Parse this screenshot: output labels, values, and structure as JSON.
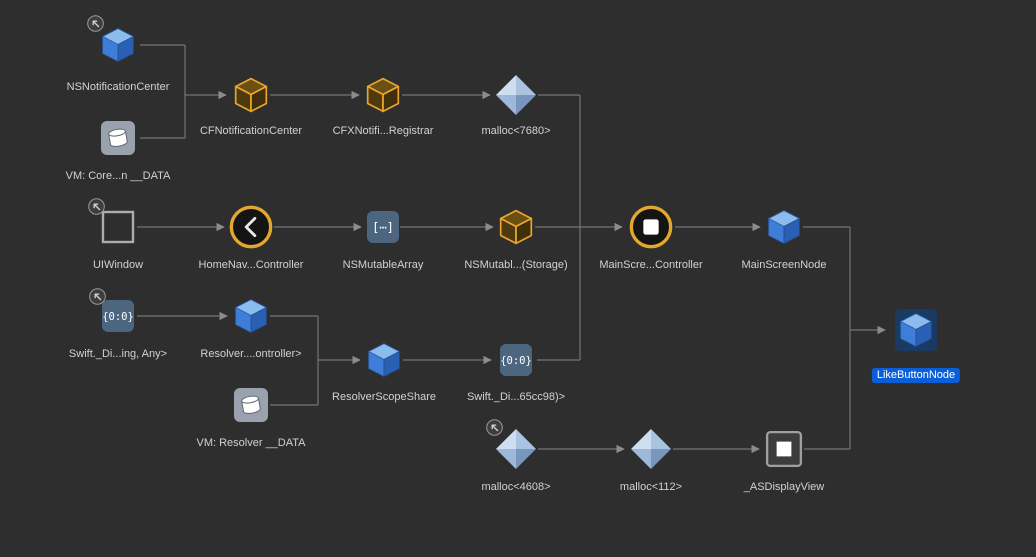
{
  "window": {
    "background": "#2e2e2e"
  },
  "colors": {
    "edge": "#747474",
    "selection_blue": "#0a5ed8",
    "cube_blue": "#3e7ed8",
    "cube_orange": "#eca42c"
  },
  "icons": {
    "array_glyph": "[⋯]",
    "dict_glyph": "{0:0}"
  },
  "graph": {
    "nodes": {
      "nsnotificationcenter": {
        "label": "NSNotificationCenter"
      },
      "vm_core_data": {
        "label": "VM: Core...n __DATA"
      },
      "cfnotificationcenter": {
        "label": "CFNotificationCenter"
      },
      "cfxnotification_registrar": {
        "label": "CFXNotifi...Registrar"
      },
      "malloc_7680": {
        "label": "malloc<7680>"
      },
      "uiwindow": {
        "label": "UIWindow"
      },
      "homenav_controller": {
        "label": "HomeNav...Controller"
      },
      "nsmutablearray": {
        "label": "NSMutableArray"
      },
      "nsmutablearray_storage": {
        "label": "NSMutabl...(Storage)"
      },
      "mainscreen_controller": {
        "label": "MainScre...Controller"
      },
      "mainscreennode": {
        "label": "MainScreenNode"
      },
      "swift_dictionary_any": {
        "label": "Swift._Di...ing, Any>"
      },
      "resolver_controller": {
        "label": "Resolver....ontroller>"
      },
      "resolverscopeshare": {
        "label": "ResolverScopeShare"
      },
      "vm_resolver_data": {
        "label": "VM: Resolver __DATA"
      },
      "swift_dictionary_65cc98": {
        "label": "Swift._Di...65cc98)>"
      },
      "malloc_4608": {
        "label": "malloc<4608>"
      },
      "malloc_112": {
        "label": "malloc<112>"
      },
      "asdisplayview": {
        "label": "_ASDisplayView"
      },
      "likebuttonnode": {
        "label": "LikeButtonNode",
        "selected": true
      }
    }
  }
}
